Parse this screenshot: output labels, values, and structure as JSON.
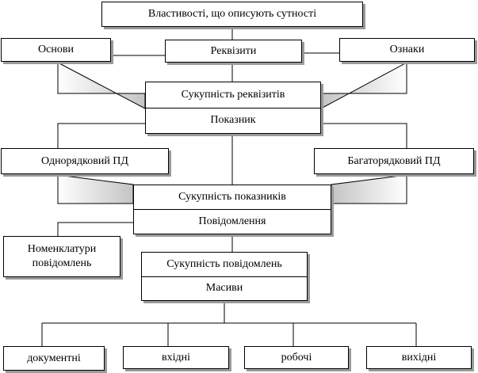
{
  "diagram": {
    "top": "Властивості, що описують сутності",
    "osnovy": "Основи",
    "rekvizyty": "Реквізити",
    "oznaky": "Ознаки",
    "level1": {
      "title": "Сукупність реквізитів",
      "subtitle": "Показник"
    },
    "odnoryadkovyi": "Однорядковий ПД",
    "bagatoryadkovyi": "Багаторядковий ПД",
    "level2": {
      "title": "Сукупність показників",
      "subtitle": "Повідомлення"
    },
    "nomenklatury": "Номенклатури повідомлень",
    "level3": {
      "title": "Сукупність повідомлень",
      "subtitle": "Масиви"
    },
    "outputs": [
      "документні",
      "вхідні",
      "робочі",
      "вихідні"
    ]
  }
}
